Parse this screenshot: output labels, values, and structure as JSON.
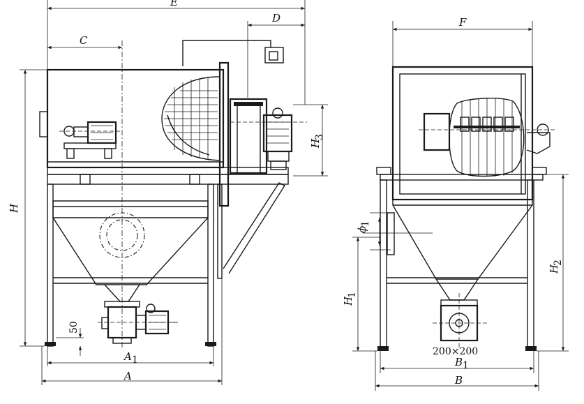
{
  "labels": {
    "A": "A",
    "A1": "A",
    "A1_sub": "1",
    "B": "B",
    "B1": "B",
    "B1_sub": "1",
    "C": "C",
    "D": "D",
    "E": "E",
    "F": "F",
    "H": "H",
    "H1": "H",
    "H1_sub": "1",
    "H2": "H",
    "H2_sub": "2",
    "H3": "H",
    "H3_sub": "3",
    "phi1": "ϕ",
    "phi1_sub": "1",
    "dim50": "50",
    "outlet": "200×200"
  }
}
